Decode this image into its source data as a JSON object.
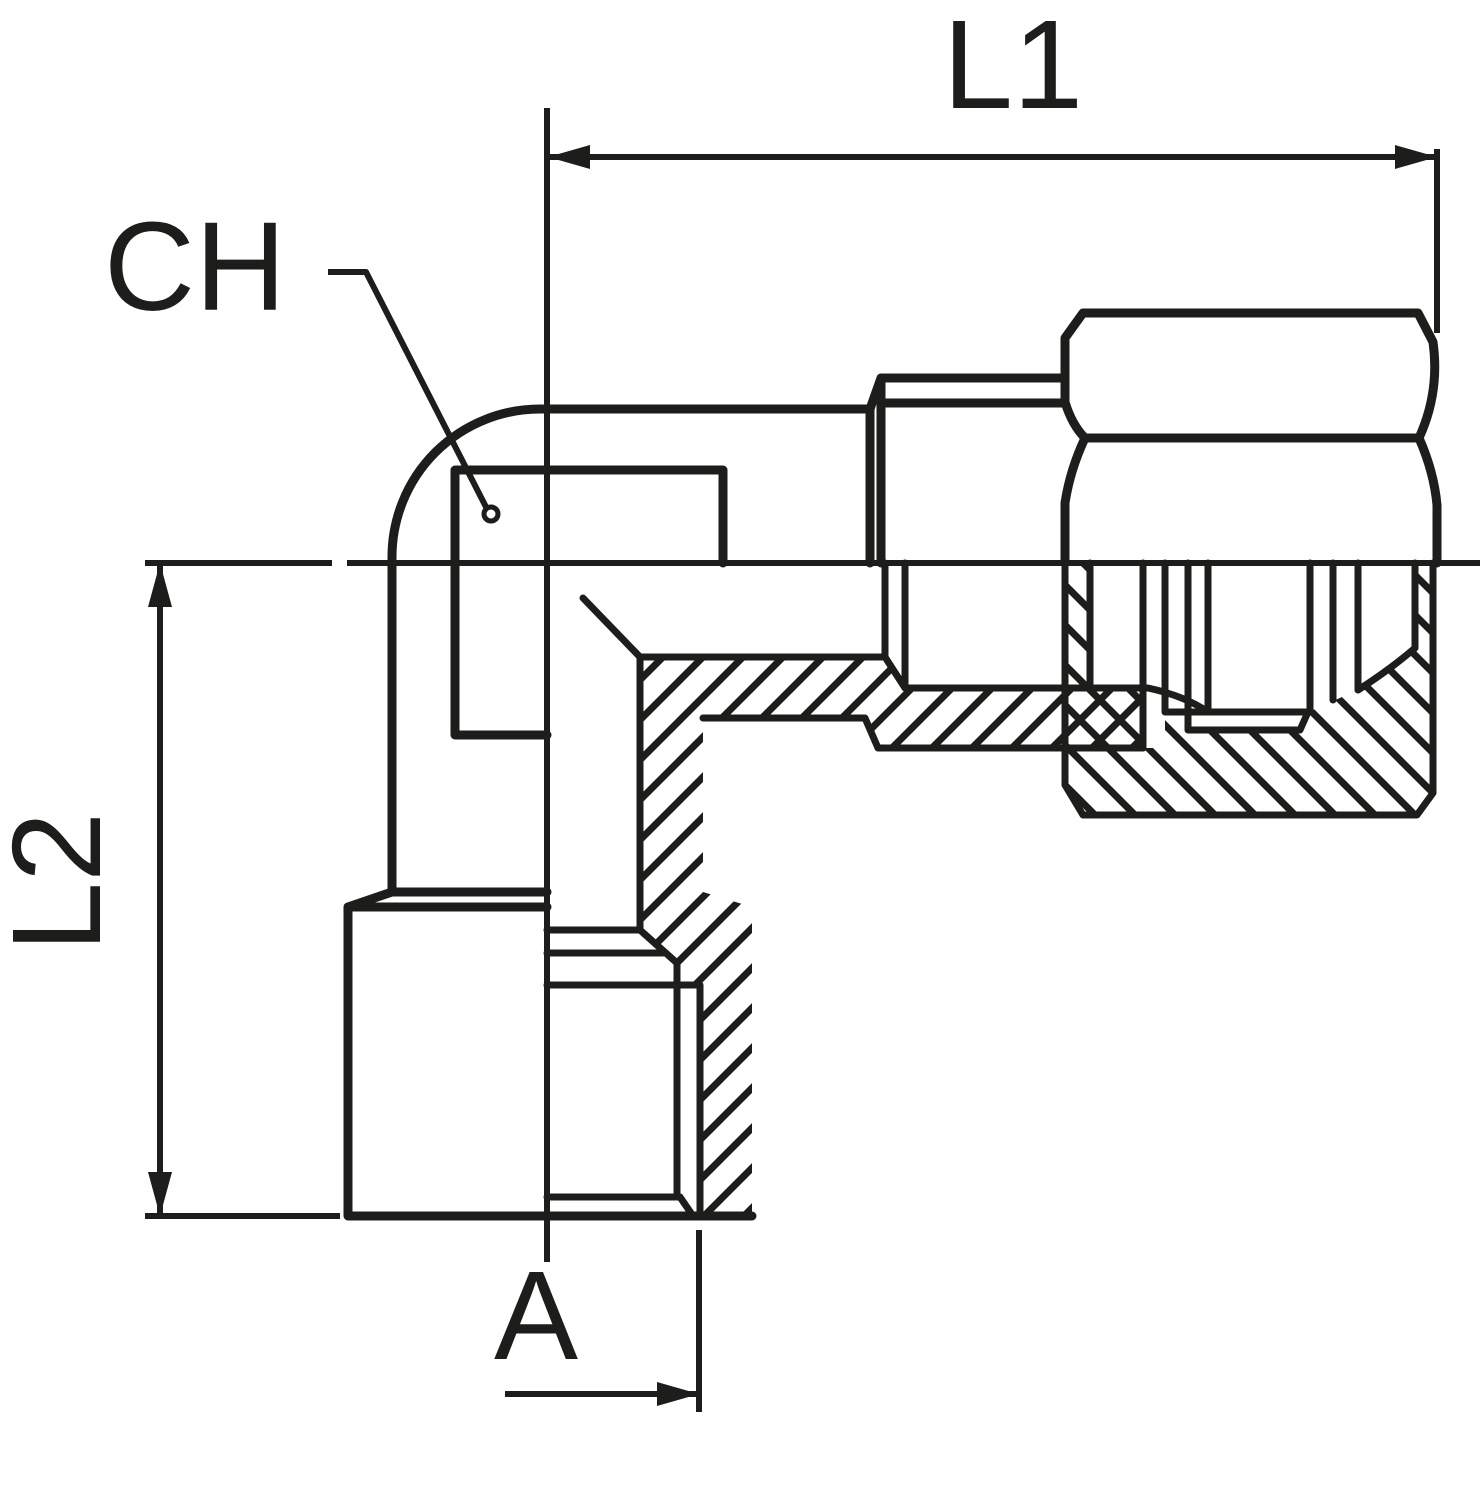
{
  "drawing": {
    "description": "Cross-section technical drawing of a 90-degree elbow compression fitting with union nut, female bottom port and male stud thread",
    "labels": {
      "l1": "L1",
      "l2": "L2",
      "ch": "CH",
      "a": "A"
    },
    "colors": {
      "line": "#1d1d1b",
      "background": "#ffffff"
    }
  }
}
